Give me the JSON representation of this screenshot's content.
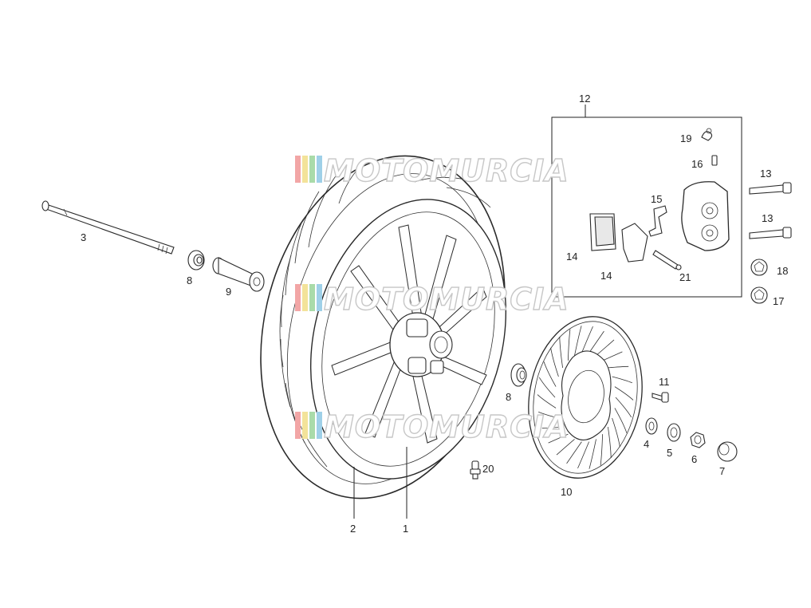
{
  "diagram": {
    "type": "exploded-parts-diagram",
    "callouts": {
      "c1": "1",
      "c2": "2",
      "c3": "3",
      "c4": "4",
      "c5": "5",
      "c6": "6",
      "c7": "7",
      "c8a": "8",
      "c8b": "8",
      "c9": "9",
      "c10": "10",
      "c11": "11",
      "c12": "12",
      "c13a": "13",
      "c13b": "13",
      "c14a": "14",
      "c14b": "14",
      "c15": "15",
      "c16": "16",
      "c17": "17",
      "c18": "18",
      "c19": "19",
      "c20": "20",
      "c21": "21"
    },
    "watermark": "MOTOMURCIA",
    "watermark_colors": [
      "#f2a6a6",
      "#f3e39a",
      "#a9dba9",
      "#9fd0e8"
    ]
  }
}
